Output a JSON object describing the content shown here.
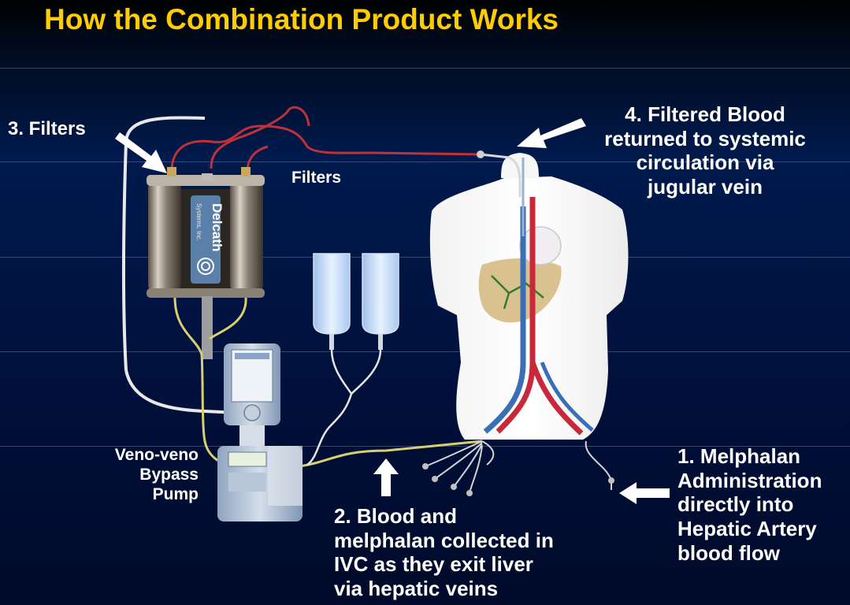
{
  "title": "How the Combination Product Works",
  "labels": {
    "filters_step": "3. Filters",
    "filters_device": "Filters",
    "filtered_blood": [
      "4. Filtered Blood",
      "returned to systemic",
      "circulation via",
      "jugular vein"
    ],
    "pump": [
      "Veno-veno",
      "Bypass",
      "Pump"
    ],
    "collection": [
      "2. Blood and",
      "melphalan collected in",
      "IVC as they exit liver",
      "via hepatic veins"
    ],
    "administration": [
      "1. Melphalan",
      "Administration",
      "directly into",
      "Hepatic Artery",
      "blood flow"
    ]
  },
  "device_brand": "Delcath",
  "device_brand_sub": "Systems, Inc.",
  "colors": {
    "title": "#ffcc00",
    "text": "#ffffff",
    "background_top": "#000814",
    "background_bottom": "#000a2a",
    "red_tubing": "#c0303a",
    "yellow_tubing": "#d8d070",
    "white_tubing": "#e8e8e8"
  }
}
